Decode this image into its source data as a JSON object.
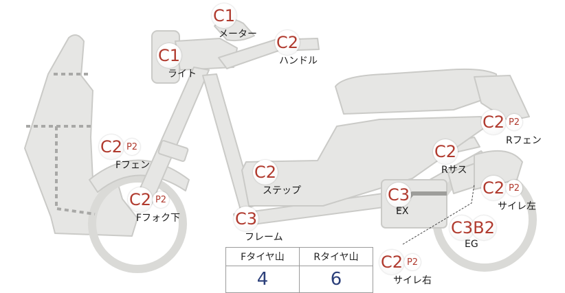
{
  "labels": [
    {
      "id": "meter",
      "codes": [
        "C1"
      ],
      "p": "",
      "name": "メーター"
    },
    {
      "id": "handle",
      "codes": [
        "C2"
      ],
      "p": "",
      "name": "ハンドル"
    },
    {
      "id": "light",
      "codes": [
        "C1"
      ],
      "p": "",
      "name": "ライト"
    },
    {
      "id": "r-fender",
      "codes": [
        "C2"
      ],
      "p": "P2",
      "name": "Rフェン"
    },
    {
      "id": "f-fender",
      "codes": [
        "C2"
      ],
      "p": "P2",
      "name": "Fフェン"
    },
    {
      "id": "r-suspension",
      "codes": [
        "C2"
      ],
      "p": "",
      "name": "Rサス"
    },
    {
      "id": "step",
      "codes": [
        "C2"
      ],
      "p": "",
      "name": "ステップ"
    },
    {
      "id": "ex",
      "codes": [
        "C3"
      ],
      "p": "",
      "name": "EX"
    },
    {
      "id": "silencer-left",
      "codes": [
        "C2"
      ],
      "p": "P2",
      "name": "サイレ左"
    },
    {
      "id": "f-fork-lower",
      "codes": [
        "C2"
      ],
      "p": "P2",
      "name": "Fフォク下"
    },
    {
      "id": "frame",
      "codes": [
        "C3"
      ],
      "p": "",
      "name": "フレーム"
    },
    {
      "id": "eg",
      "codes": [
        "C3",
        "B2"
      ],
      "p": "",
      "name": "EG"
    },
    {
      "id": "silencer-right",
      "codes": [
        "C2"
      ],
      "p": "P2",
      "name": "サイレ右"
    }
  ],
  "tire_table": {
    "headers": [
      "Fタイヤ山",
      "Rタイヤ山"
    ],
    "values": [
      "4",
      "6"
    ]
  },
  "colors": {
    "code": "#b03a2e",
    "tire_value": "#2b3f7a",
    "body_fill": "#e6e6e4",
    "body_stroke": "#c9c9c6"
  }
}
